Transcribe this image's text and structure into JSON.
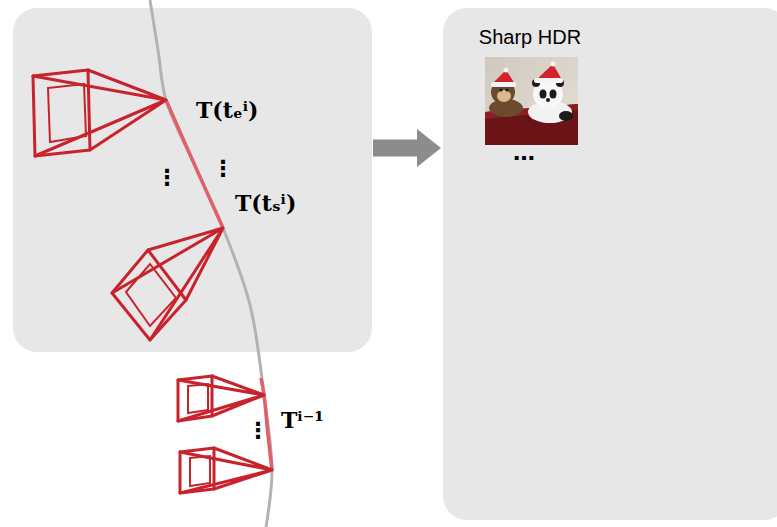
{
  "diagram": {
    "nodes": [
      {
        "text": [
          "T(tₑⁱ)",
          "⋮",
          "T(tₛⁱ)"
        ]
      },
      {
        "text": [
          "Sharp HDR"
        ]
      }
    ],
    "edges": [
      {
        "from": 0,
        "to": 1,
        "arrow": "to"
      }
    ],
    "labels": [
      "⋮",
      "Tⁱ⁻¹",
      "⋮",
      "…"
    ]
  }
}
